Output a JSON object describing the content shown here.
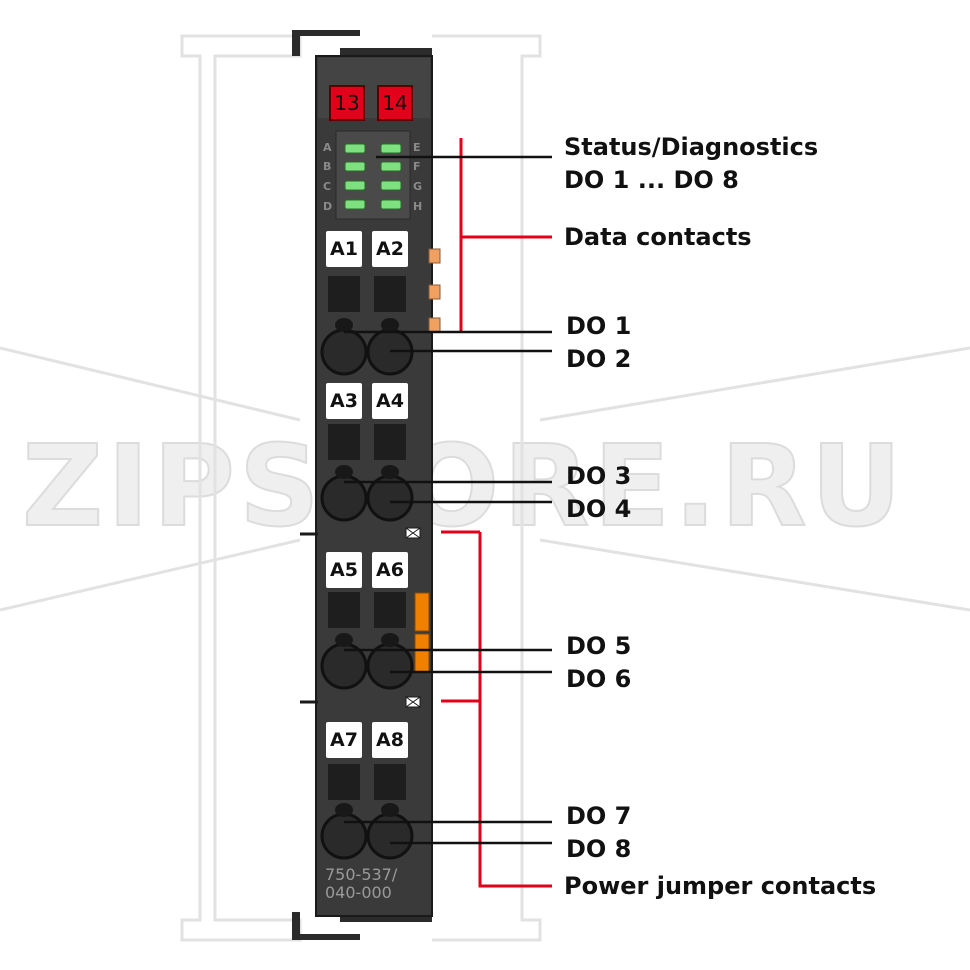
{
  "module": {
    "terminals": [
      "13",
      "14"
    ],
    "led_labels_left": [
      "A",
      "B",
      "C",
      "D"
    ],
    "led_labels_right": [
      "E",
      "F",
      "G",
      "H"
    ],
    "connectors": [
      "A1",
      "A2",
      "A3",
      "A4",
      "A5",
      "A6",
      "A7",
      "A8"
    ],
    "part_number_line1": "750-537/",
    "part_number_line2": "040-000",
    "body_color": "#3a3a3a",
    "led_color": "#7fe07f",
    "terminal_color": "#e2001a",
    "pad_color": "#f0a060",
    "jumper_color": "#f08000"
  },
  "callouts": {
    "status_line1": "Status/Diagnostics",
    "status_line2": "DO 1 ... DO 8",
    "data_contacts": "Data contacts",
    "do1": "DO 1",
    "do2": "DO 2",
    "do3": "DO 3",
    "do4": "DO 4",
    "do5": "DO 5",
    "do6": "DO 6",
    "do7": "DO 7",
    "do8": "DO 8",
    "power_jumper": "Power jumper contacts",
    "bracket_color": "#e2001a"
  },
  "watermark": "ZIPSTORE.RU"
}
